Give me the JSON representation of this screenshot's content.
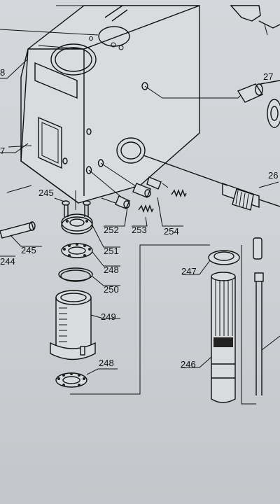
{
  "labels": {
    "l245a": "245",
    "l245b": "245",
    "l244": "244",
    "l251": "251",
    "l248a": "248",
    "l250": "250",
    "l249": "249",
    "l248b": "248",
    "l252": "252",
    "l253": "253",
    "l254": "254",
    "l247": "247",
    "l246": "246",
    "l27": "27",
    "l28": "8",
    "l26": "26",
    "l7": "7"
  }
}
